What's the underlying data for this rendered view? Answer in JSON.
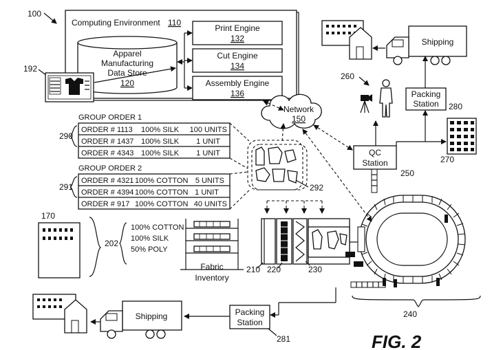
{
  "labels": {
    "ref_100": "100",
    "computing_environment": "Computing Environment",
    "ref_110": "110",
    "datastore_l1": "Apparel",
    "datastore_l2": "Manufacturing",
    "datastore_l3": "Data Store",
    "ref_120": "120",
    "print_engine": "Print Engine",
    "ref_132": "132",
    "cut_engine": "Cut Engine",
    "ref_134": "134",
    "assembly_engine": "Assembly Engine",
    "ref_136": "136",
    "ref_192": "192",
    "network": "Network",
    "ref_150": "150",
    "group_order_1": "GROUP ORDER 1",
    "group_order_2": "GROUP ORDER 2",
    "ref_290": "290",
    "ref_291": "291",
    "ref_292": "292",
    "shipping_top": "Shipping",
    "ref_260": "260",
    "packing_top_l1": "Packing",
    "packing_top_l2": "Station",
    "ref_280": "280",
    "qc_l1": "QC",
    "qc_l2": "Station",
    "ref_250": "250",
    "ref_270": "270",
    "ref_170": "170",
    "ref_202": "202",
    "mat_1": "100% COTTON",
    "mat_2": "100% SILK",
    "mat_3": "50% POLY",
    "fabric_l1": "Fabric",
    "fabric_l2": "Inventory",
    "ref_210": "210",
    "ref_220": "220",
    "ref_230": "230",
    "packing_bottom_l1": "Packing",
    "packing_bottom_l2": "Station",
    "ref_281": "281",
    "shipping_bottom": "Shipping",
    "ref_240": "240",
    "fig": "FIG. 2"
  },
  "group_order_1_rows": [
    {
      "order": "ORDER # 1113",
      "material": "100% SILK",
      "units": "100 UNITS"
    },
    {
      "order": "ORDER # 1437",
      "material": "100% SILK",
      "units": "1 UNIT"
    },
    {
      "order": "ORDER # 4343",
      "material": "100% SILK",
      "units": "1 UNIT"
    }
  ],
  "group_order_2_rows": [
    {
      "order": "ORDER # 4321",
      "material": "100% COTTON",
      "units": "5 UNITS"
    },
    {
      "order": "ORDER # 4394",
      "material": "100% COTTON",
      "units": "1 UNIT"
    },
    {
      "order": "ORDER # 917",
      "material": "100% COTTON",
      "units": "40 UNITS"
    }
  ]
}
